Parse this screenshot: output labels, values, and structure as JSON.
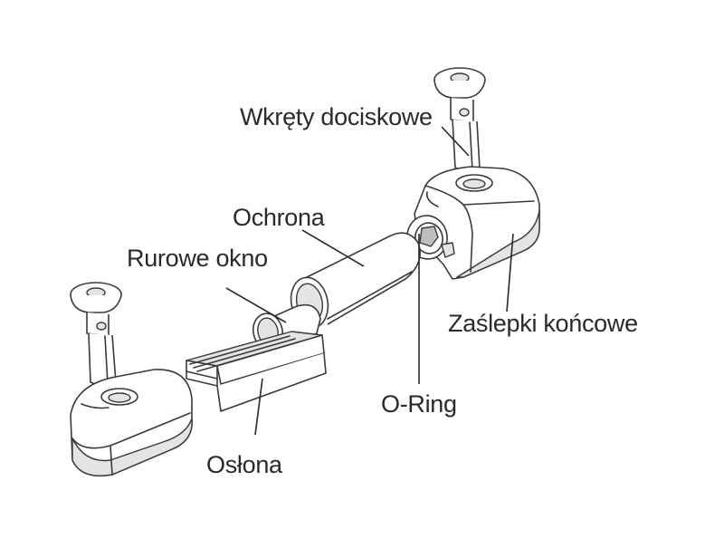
{
  "labels": {
    "screws": "Wkręty dociskowe",
    "protection": "Ochrona",
    "tube_window": "Rurowe okno",
    "end_caps": "Zaślepki końcowe",
    "o_ring": "O-Ring",
    "cover": "Osłona"
  }
}
